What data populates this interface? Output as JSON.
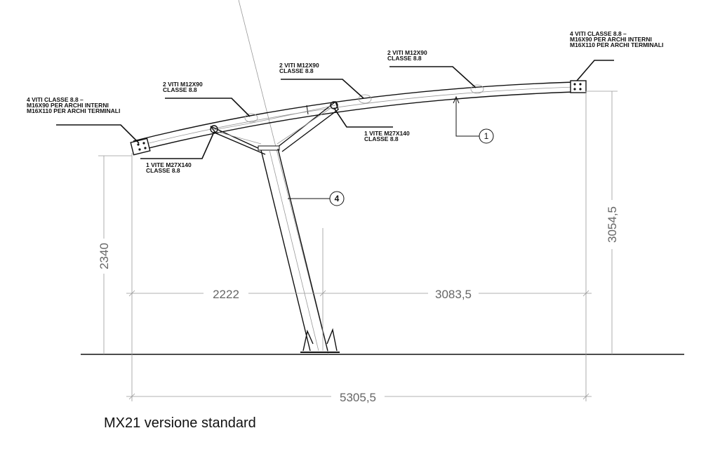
{
  "notes": {
    "left_end": [
      "4 VITI CLASSE 8.8 –",
      "M16X90   PER ARCHI INTERNI",
      "M16X110   PER ARCHI TERMINALI"
    ],
    "right_end": [
      "4 VITI CLASSE 8.8 –",
      "M16X90   PER ARCHI INTERNI",
      "M16X110   PER ARCHI TERMINALI"
    ],
    "bolt_a": [
      "2 VITI M12X90",
      "CLASSE 8.8"
    ],
    "bolt_b": [
      "2 VITI M12X90",
      "CLASSE 8.8"
    ],
    "bolt_c": [
      "2 VITI M12X90",
      "CLASSE 8.8"
    ],
    "pin_left": [
      "1 VITE M27X140",
      "CLASSE 8.8"
    ],
    "pin_right": [
      "1 VITE M27X140",
      "CLASSE 8.8"
    ]
  },
  "balloons": {
    "beam": "1",
    "post": "4"
  },
  "dimensions": {
    "left_height": "2340",
    "right_height": "3054,5",
    "left_span": "2222",
    "right_span": "3083,5",
    "total_span": "5305,5"
  },
  "caption": "MX21 versione standard"
}
